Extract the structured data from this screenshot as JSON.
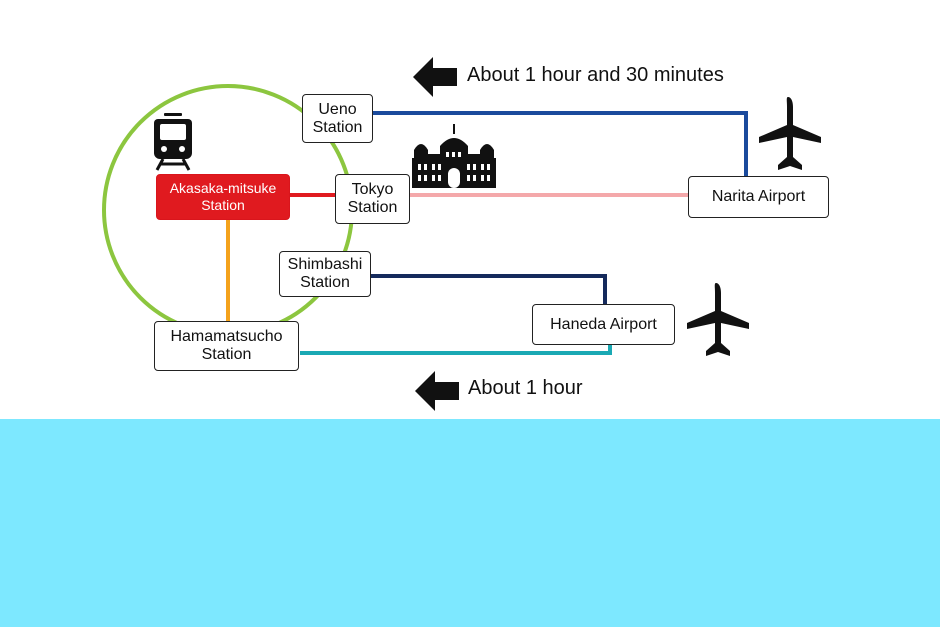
{
  "colors": {
    "yamanote_loop": "#8cc63f",
    "ueno_line": "#1a4a9c",
    "tokyo_line": "#f4a8aa",
    "shimbashi_line": "#152a5c",
    "hamamatsucho_line": "#1aa9b4",
    "red_link": "#e01a1f",
    "orange_link": "#f4a21c",
    "station_highlight": "#e01a1f",
    "sea": "#7de8ff",
    "icons": "#111111"
  },
  "stations": {
    "akasaka": "Akasaka-mitsuke\nStation",
    "ueno": "Ueno\nStation",
    "tokyo": "Tokyo\nStation",
    "shimbashi": "Shimbashi\nStation",
    "hamamatsucho": "Hamamatsucho\nStation",
    "narita": "Narita Airport",
    "haneda": "Haneda Airport"
  },
  "times": {
    "narita": "About 1 hour and 30 minutes",
    "haneda": "About 1 hour"
  },
  "icons": [
    "train-icon",
    "tokyo-station-building-icon",
    "airplane-icon",
    "airplane-icon",
    "left-arrow-icon",
    "left-arrow-icon"
  ]
}
